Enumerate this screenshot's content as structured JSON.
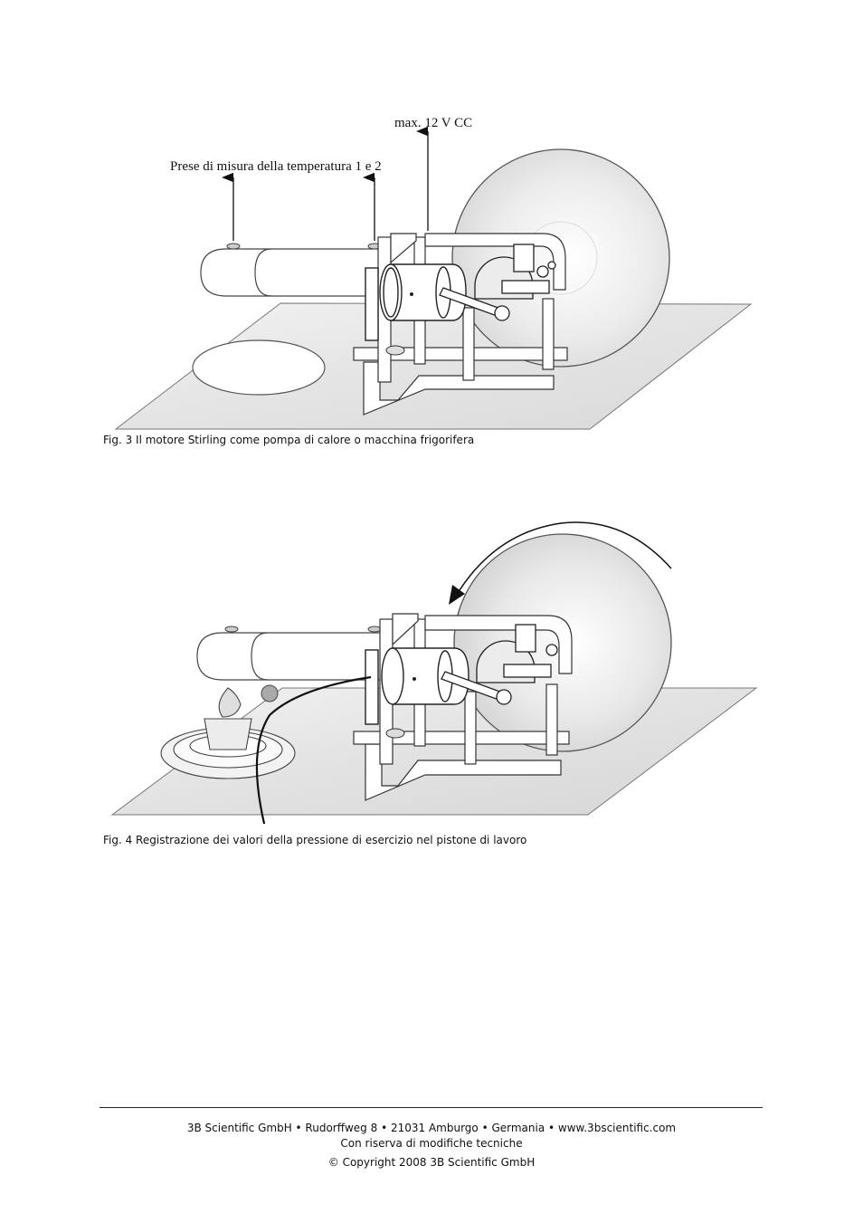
{
  "figure3": {
    "label_voltage": "max. 12 V CC",
    "label_sockets": "Prese di misura della temperatura 1 e 2",
    "caption": "Fig. 3 Il motore Stirling come pompa di calore o macchina frigorifera"
  },
  "figure4": {
    "caption": "Fig. 4 Registrazione dei valori della pressione di esercizio nel pistone di lavoro"
  },
  "footer": {
    "address": "3B Scientific GmbH • Rudorffweg 8 • 21031 Amburgo • Germania • www.3bscientific.com",
    "notice": "Con riserva di modifiche tecniche",
    "copyright": "© Copyright 2008 3B Scientific GmbH"
  }
}
